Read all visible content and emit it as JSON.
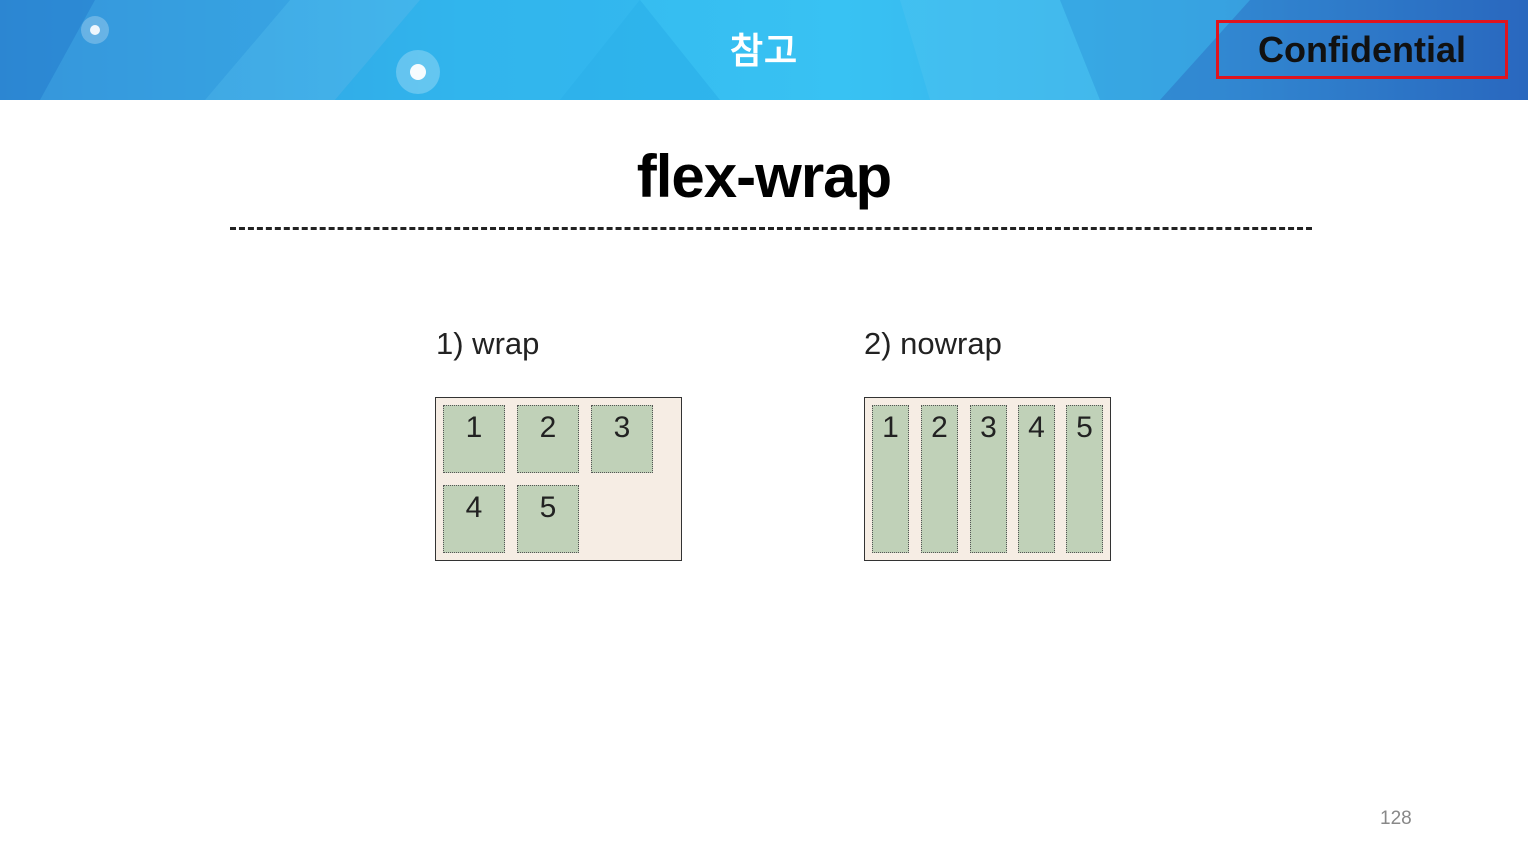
{
  "header": {
    "title": "참고",
    "badge": "Confidential"
  },
  "slide": {
    "title": "flex-wrap",
    "page_number": "128"
  },
  "examples": [
    {
      "label": "1) wrap",
      "items": [
        "1",
        "2",
        "3",
        "4",
        "5"
      ]
    },
    {
      "label": "2) nowrap",
      "items": [
        "1",
        "2",
        "3",
        "4",
        "5"
      ]
    }
  ],
  "colors": {
    "banner_blue": "#38c2f3",
    "badge_border": "#e0141e",
    "container_bg": "#f6ede4",
    "item_bg": "#c0d1b8"
  }
}
